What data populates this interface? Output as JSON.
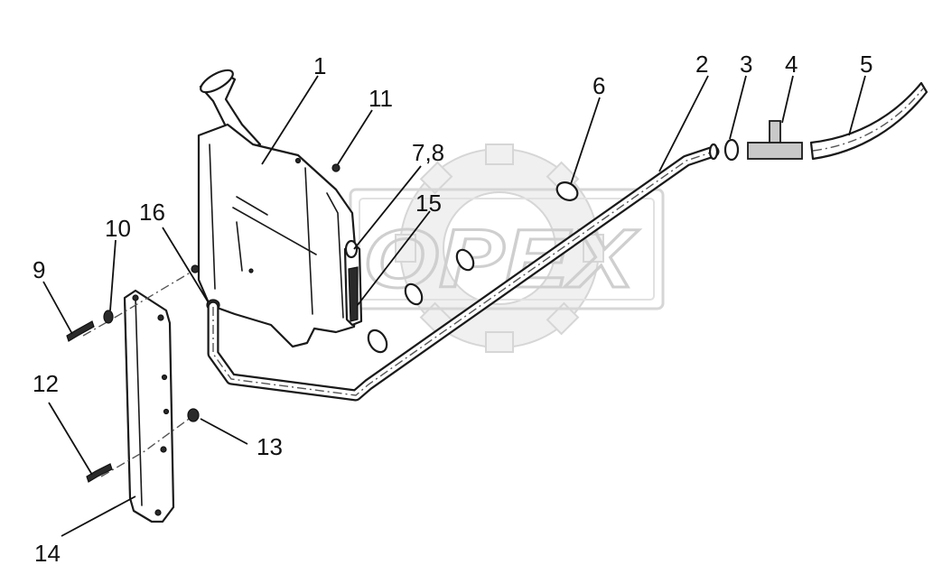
{
  "watermark": {
    "text": "ОРЕХ"
  },
  "callouts": [
    {
      "id": "c1",
      "label": "1"
    },
    {
      "id": "c2",
      "label": "2"
    },
    {
      "id": "c3",
      "label": "3"
    },
    {
      "id": "c4",
      "label": "4"
    },
    {
      "id": "c5",
      "label": "5"
    },
    {
      "id": "c6",
      "label": "6"
    },
    {
      "id": "c78",
      "label": "7,8"
    },
    {
      "id": "c9",
      "label": "9"
    },
    {
      "id": "c10",
      "label": "10"
    },
    {
      "id": "c11",
      "label": "11"
    },
    {
      "id": "c12",
      "label": "12"
    },
    {
      "id": "c13",
      "label": "13"
    },
    {
      "id": "c14",
      "label": "14"
    },
    {
      "id": "c15",
      "label": "15"
    },
    {
      "id": "c16",
      "label": "16"
    }
  ]
}
